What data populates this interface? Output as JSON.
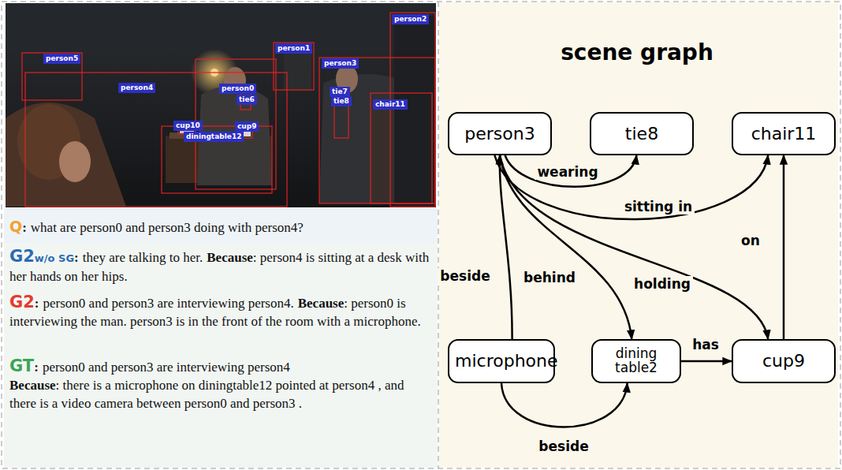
{
  "diagram": {
    "title": "scene graph",
    "nodes": [
      {
        "text": [
          "person3"
        ]
      },
      {
        "text": [
          "tie8"
        ]
      },
      {
        "text": [
          "chair11"
        ]
      },
      {
        "text": [
          "microphone"
        ]
      },
      {
        "text": [
          "dining table2"
        ]
      },
      {
        "text": [
          "cup9"
        ]
      }
    ],
    "edges": [
      {
        "from": 0,
        "to": 1,
        "label": "wearing",
        "arrow": "to"
      },
      {
        "from": 0,
        "to": 2,
        "label": "sitting in",
        "arrow": "to"
      },
      {
        "from": 3,
        "to": 0,
        "label": "beside",
        "arrow": "to"
      },
      {
        "from": 0,
        "to": 4,
        "label": "behind",
        "arrow": "to"
      },
      {
        "from": 0,
        "to": 5,
        "label": "holding",
        "arrow": "to"
      },
      {
        "from": 5,
        "to": 2,
        "label": "on",
        "arrow": "to"
      },
      {
        "from": 4,
        "to": 5,
        "label": "has",
        "arrow": "to"
      },
      {
        "from": 3,
        "to": 4,
        "label": "beside",
        "arrow": "to"
      }
    ],
    "labels": [
      "person5",
      "person4",
      "person0",
      "tie6",
      "person1",
      "person3",
      "tie7",
      "tie8",
      "chair11",
      "person2",
      "cup10",
      "cup9",
      "diningtable12",
      "Q",
      ":",
      "what are person0 and person3 doing with person4?",
      "G2",
      "w/o SG",
      ":",
      "they are talking to her.",
      "Because",
      ": person4 is sitting at a desk with her hands on her hips.",
      "G2",
      ":",
      "person0 and person3 are interviewing person4.",
      "Because",
      ": person0 is interviewing the man. person3 is in the front of the room with a microphone.",
      "GT",
      ":",
      "person0 and person3 are interviewing person4",
      "Because",
      ": there is a microphone on diningtable12 pointed at person4 , and there is a video camera between person0 and person3 ."
    ]
  }
}
